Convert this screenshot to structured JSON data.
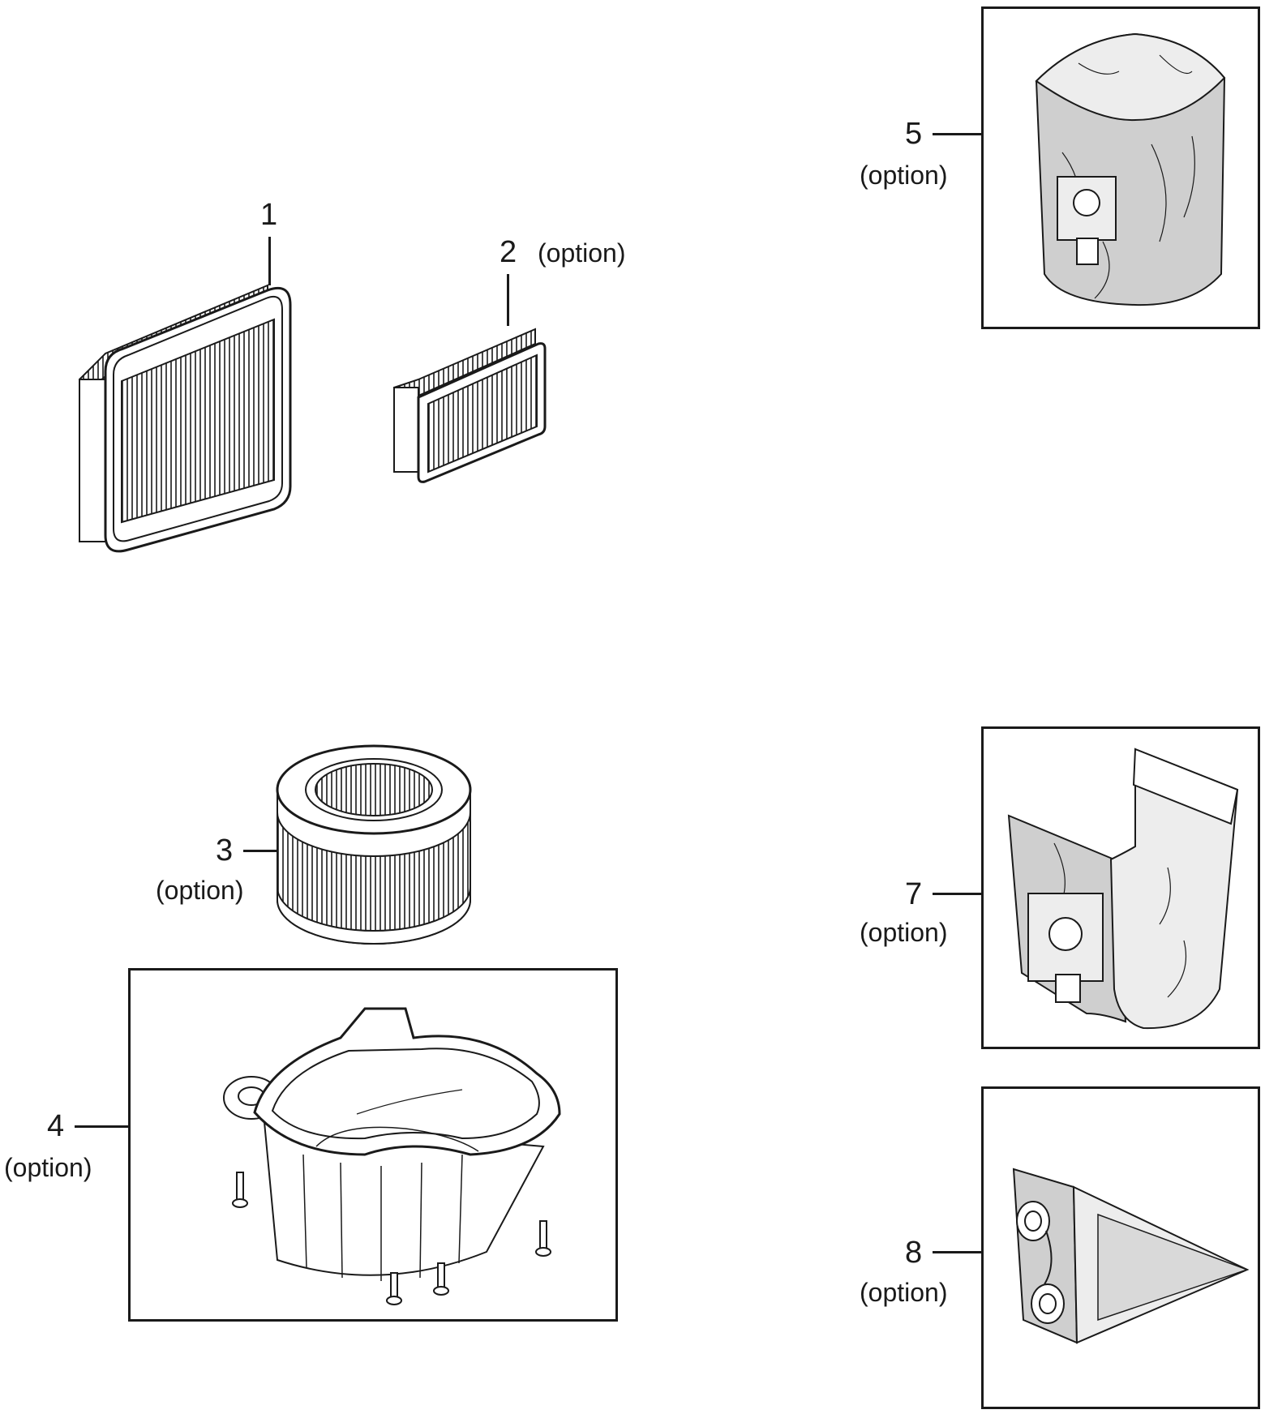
{
  "parts": [
    {
      "number": "1"
    },
    {
      "number": "2",
      "note": "(option)"
    },
    {
      "number": "3",
      "note": "(option)"
    },
    {
      "number": "4",
      "note": "(option)"
    },
    {
      "number": "5",
      "note": "(option)"
    },
    {
      "number": "7",
      "note": "(option)"
    },
    {
      "number": "8",
      "note": "(option)"
    }
  ],
  "colors": {
    "line": "#1a1a1a",
    "fill_light": "#ededed",
    "fill_mid": "#cfcfcf",
    "paper": "#ffffff"
  }
}
